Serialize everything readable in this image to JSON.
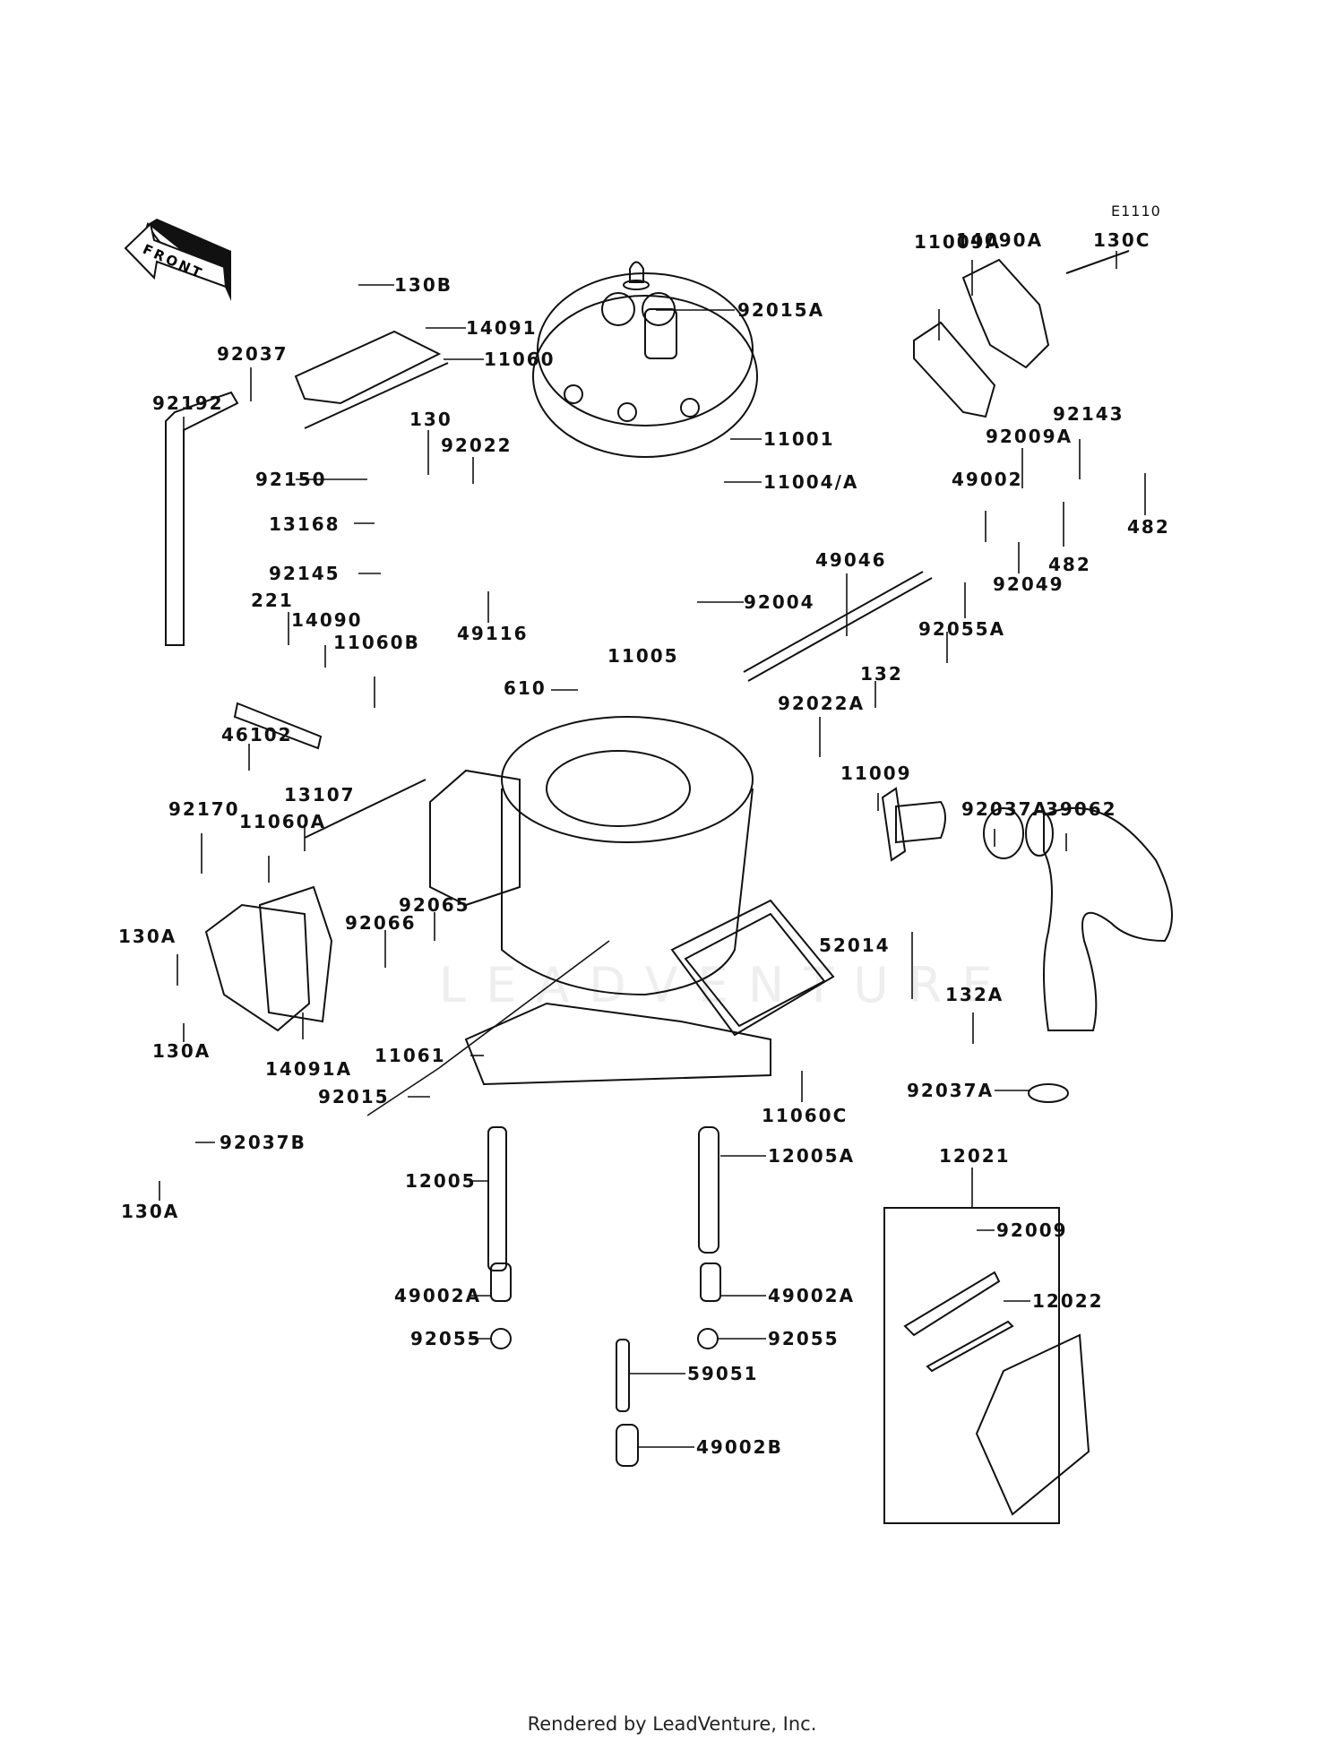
{
  "diagram": {
    "code": "E1110",
    "front_label": "FRONT",
    "watermark": "LEADVENTURE",
    "footer": "Rendered by LeadVenture, Inc.",
    "parts": [
      {
        "id": "130B",
        "label": "130B"
      },
      {
        "id": "14091",
        "label": "14091"
      },
      {
        "id": "11060",
        "label": "11060"
      },
      {
        "id": "92037",
        "label": "92037"
      },
      {
        "id": "92192",
        "label": "92192"
      },
      {
        "id": "130",
        "label": "130"
      },
      {
        "id": "92022",
        "label": "92022"
      },
      {
        "id": "92150",
        "label": "92150"
      },
      {
        "id": "13168",
        "label": "13168"
      },
      {
        "id": "92145",
        "label": "92145"
      },
      {
        "id": "49116",
        "label": "49116"
      },
      {
        "id": "92015A",
        "label": "92015A"
      },
      {
        "id": "11001",
        "label": "11001"
      },
      {
        "id": "11004A",
        "label": "11004/A"
      },
      {
        "id": "92004",
        "label": "92004"
      },
      {
        "id": "11009A",
        "label": "11009A"
      },
      {
        "id": "14090A",
        "label": "14090A"
      },
      {
        "id": "130C",
        "label": "130C"
      },
      {
        "id": "92009A",
        "label": "92009A"
      },
      {
        "id": "92143",
        "label": "92143"
      },
      {
        "id": "482a",
        "label": "482"
      },
      {
        "id": "482b",
        "label": "482"
      },
      {
        "id": "49002",
        "label": "49002"
      },
      {
        "id": "92049",
        "label": "92049"
      },
      {
        "id": "49046",
        "label": "49046"
      },
      {
        "id": "92055A",
        "label": "92055A"
      },
      {
        "id": "221",
        "label": "221"
      },
      {
        "id": "14090",
        "label": "14090"
      },
      {
        "id": "11060B",
        "label": "11060B"
      },
      {
        "id": "11005",
        "label": "11005"
      },
      {
        "id": "610",
        "label": "610"
      },
      {
        "id": "46102",
        "label": "46102"
      },
      {
        "id": "132",
        "label": "132"
      },
      {
        "id": "92022A",
        "label": "92022A"
      },
      {
        "id": "11009",
        "label": "11009"
      },
      {
        "id": "92170",
        "label": "92170"
      },
      {
        "id": "13107",
        "label": "13107"
      },
      {
        "id": "11060A",
        "label": "11060A"
      },
      {
        "id": "92037A_top",
        "label": "92037A"
      },
      {
        "id": "39062",
        "label": "39062"
      },
      {
        "id": "130A_1",
        "label": "130A"
      },
      {
        "id": "92065",
        "label": "92065"
      },
      {
        "id": "92066",
        "label": "92066"
      },
      {
        "id": "52014",
        "label": "52014"
      },
      {
        "id": "132A",
        "label": "132A"
      },
      {
        "id": "130A_2",
        "label": "130A"
      },
      {
        "id": "14091A",
        "label": "14091A"
      },
      {
        "id": "11061",
        "label": "11061"
      },
      {
        "id": "92015",
        "label": "92015"
      },
      {
        "id": "11060C",
        "label": "11060C"
      },
      {
        "id": "92037A_bot",
        "label": "92037A"
      },
      {
        "id": "92037B",
        "label": "92037B"
      },
      {
        "id": "130A_3",
        "label": "130A"
      },
      {
        "id": "12005",
        "label": "12005"
      },
      {
        "id": "12005A",
        "label": "12005A"
      },
      {
        "id": "12021",
        "label": "12021"
      },
      {
        "id": "92009",
        "label": "92009"
      },
      {
        "id": "12022",
        "label": "12022"
      },
      {
        "id": "49002A_l",
        "label": "49002A"
      },
      {
        "id": "49002A_r",
        "label": "49002A"
      },
      {
        "id": "92055_l",
        "label": "92055"
      },
      {
        "id": "92055_r",
        "label": "92055"
      },
      {
        "id": "59051",
        "label": "59051"
      },
      {
        "id": "49002B",
        "label": "49002B"
      }
    ]
  }
}
